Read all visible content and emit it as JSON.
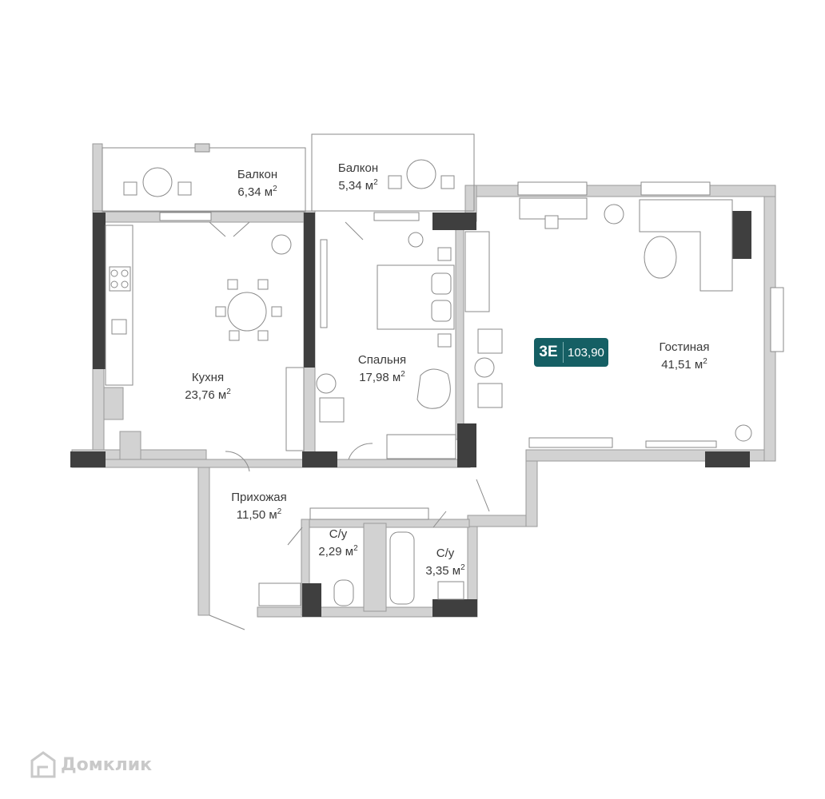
{
  "apartment": {
    "type": "3E",
    "total_area": "103,90"
  },
  "rooms": {
    "balcony_left": {
      "name": "Балкон",
      "area": "6,34 м",
      "unit_sup": "2"
    },
    "balcony_right": {
      "name": "Балкон",
      "area": "5,34 м",
      "unit_sup": "2"
    },
    "kitchen": {
      "name": "Кухня",
      "area": "23,76 м",
      "unit_sup": "2"
    },
    "bedroom": {
      "name": "Спальня",
      "area": "17,98 м",
      "unit_sup": "2"
    },
    "living": {
      "name": "Гостиная",
      "area": "41,51 м",
      "unit_sup": "2"
    },
    "hallway": {
      "name": "Прихожая",
      "area": "11,50 м",
      "unit_sup": "2"
    },
    "bathroom_1": {
      "name": "С/у",
      "area": "2,29 м",
      "unit_sup": "2"
    },
    "bathroom_2": {
      "name": "С/у",
      "area": "3,35 м",
      "unit_sup": "2"
    }
  },
  "watermark": {
    "text": "Домклик",
    "icon": "house-logo-icon"
  },
  "colors": {
    "badge": "#155f64",
    "wall": "#d0d0d0",
    "column": "#3f3f3f"
  }
}
